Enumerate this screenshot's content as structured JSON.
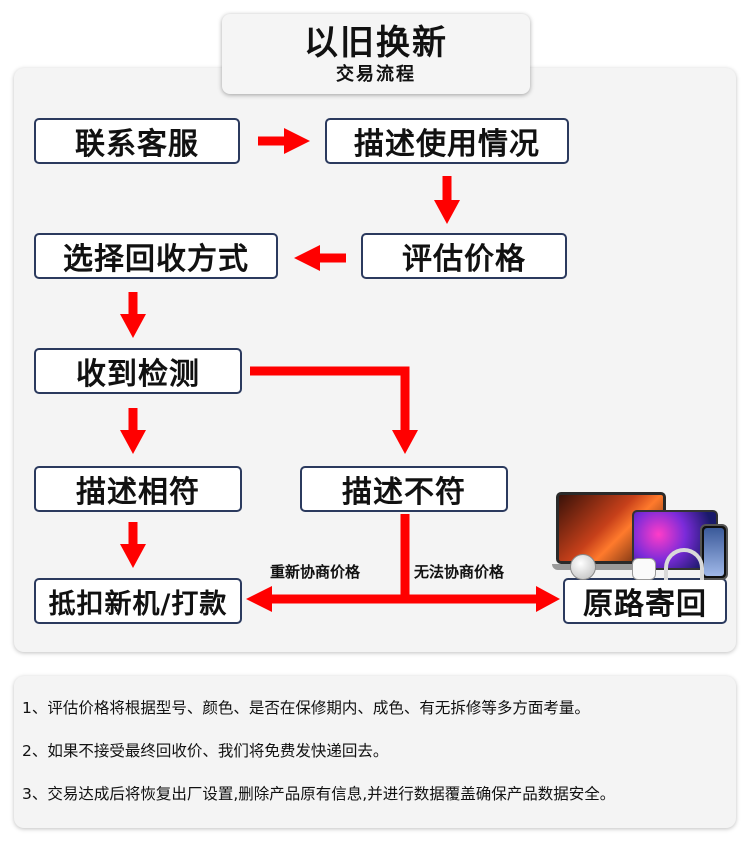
{
  "header": {
    "title": "以旧换新",
    "subtitle": "交易流程"
  },
  "nodes": {
    "contact_service": "联系客服",
    "describe_condition": "描述使用情况",
    "evaluate_price": "评估价格",
    "choose_method": "选择回收方式",
    "receive_inspect": "收到检测",
    "matches": "描述相符",
    "mismatch": "描述不符",
    "deduct_pay": "抵扣新机/打款",
    "return_original": "原路寄回"
  },
  "edge_labels": {
    "renegotiate": "重新协商价格",
    "cannot_negotiate": "无法协商价格"
  },
  "notes": [
    "1、评估价格将根据型号、颜色、是否在保修期内、成色、有无拆修等多方面考量。",
    "2、如果不接受最终回收价、我们将免费发快递回去。",
    "3、交易达成后将恢复出厂设置,删除产品原有信息,并进行数据覆盖确保产品数据安全。"
  ],
  "colors": {
    "arrow": "#ff0000",
    "node_border": "#2b3a5e",
    "panel": "#f4f4f4"
  },
  "illustration": {
    "icons": [
      "laptop-icon",
      "tablet-icon",
      "phone-icon",
      "speaker-icon",
      "headphones-icon",
      "earbuds-icon"
    ]
  }
}
